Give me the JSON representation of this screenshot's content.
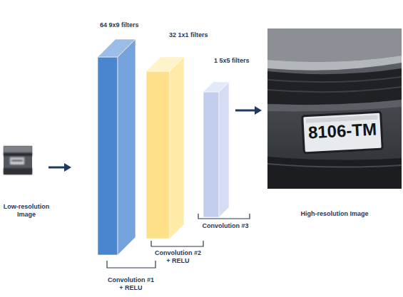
{
  "diagram": {
    "nodes": [
      {
        "text": [
          "Low-resolution Image"
        ]
      },
      {
        "text": [
          "64 9x9 filters",
          "Convolution #1 + RELU"
        ]
      },
      {
        "text": [
          "32 1x1 filters",
          "Convolution #2 + RELU"
        ]
      },
      {
        "text": [
          "1 5x5 filters",
          "Convolution #3"
        ]
      },
      {
        "text": [
          "High-resolution Image"
        ]
      }
    ],
    "edges": [
      {
        "from": 0,
        "to": 1,
        "arrow": "to"
      },
      {
        "from": 3,
        "to": 4,
        "arrow": "to"
      }
    ],
    "labels": [
      "8106-TM"
    ]
  }
}
